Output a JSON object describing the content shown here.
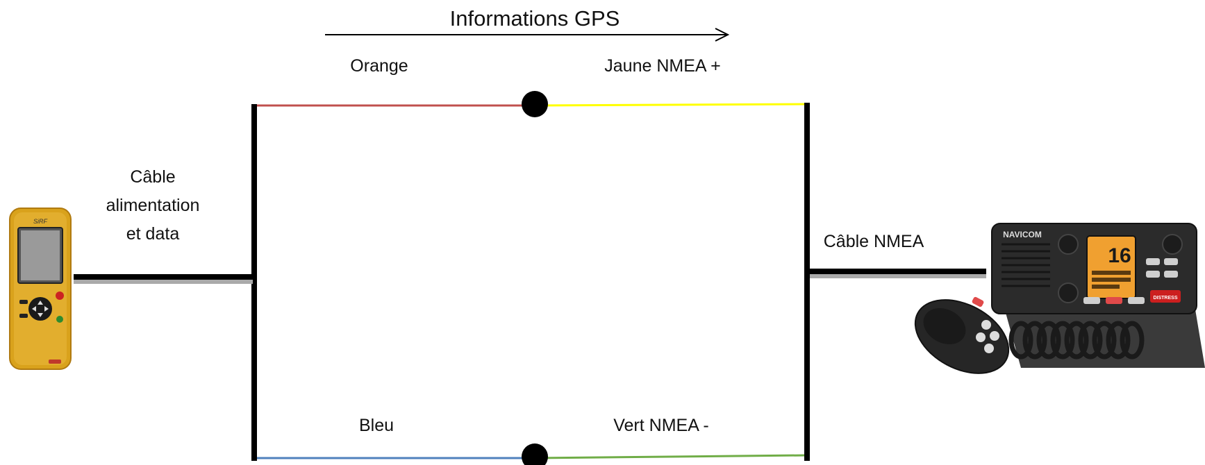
{
  "title": "Informations GPS",
  "wires": {
    "top_left": {
      "label": "Orange",
      "color": "#c0504d"
    },
    "top_right": {
      "label": "Jaune NMEA +",
      "color": "#ffff00"
    },
    "bottom_left": {
      "label": "Bleu",
      "color": "#4f81bd"
    },
    "bottom_right": {
      "label": "Vert NMEA -",
      "color": "#70ad47"
    }
  },
  "cables": {
    "left": {
      "line1": "Câble",
      "line2": "alimentation",
      "line3": "et data"
    },
    "right": {
      "label": "Câble NMEA"
    }
  },
  "devices": {
    "gps_brand": "SiRF",
    "radio_brand": "NAVICOM",
    "radio_channel": "16",
    "radio_button": "DISTRESS"
  },
  "colors": {
    "gps_body": "#d9a21c",
    "radio_body": "#2b2b2b",
    "radio_screen": "#f0a030"
  }
}
